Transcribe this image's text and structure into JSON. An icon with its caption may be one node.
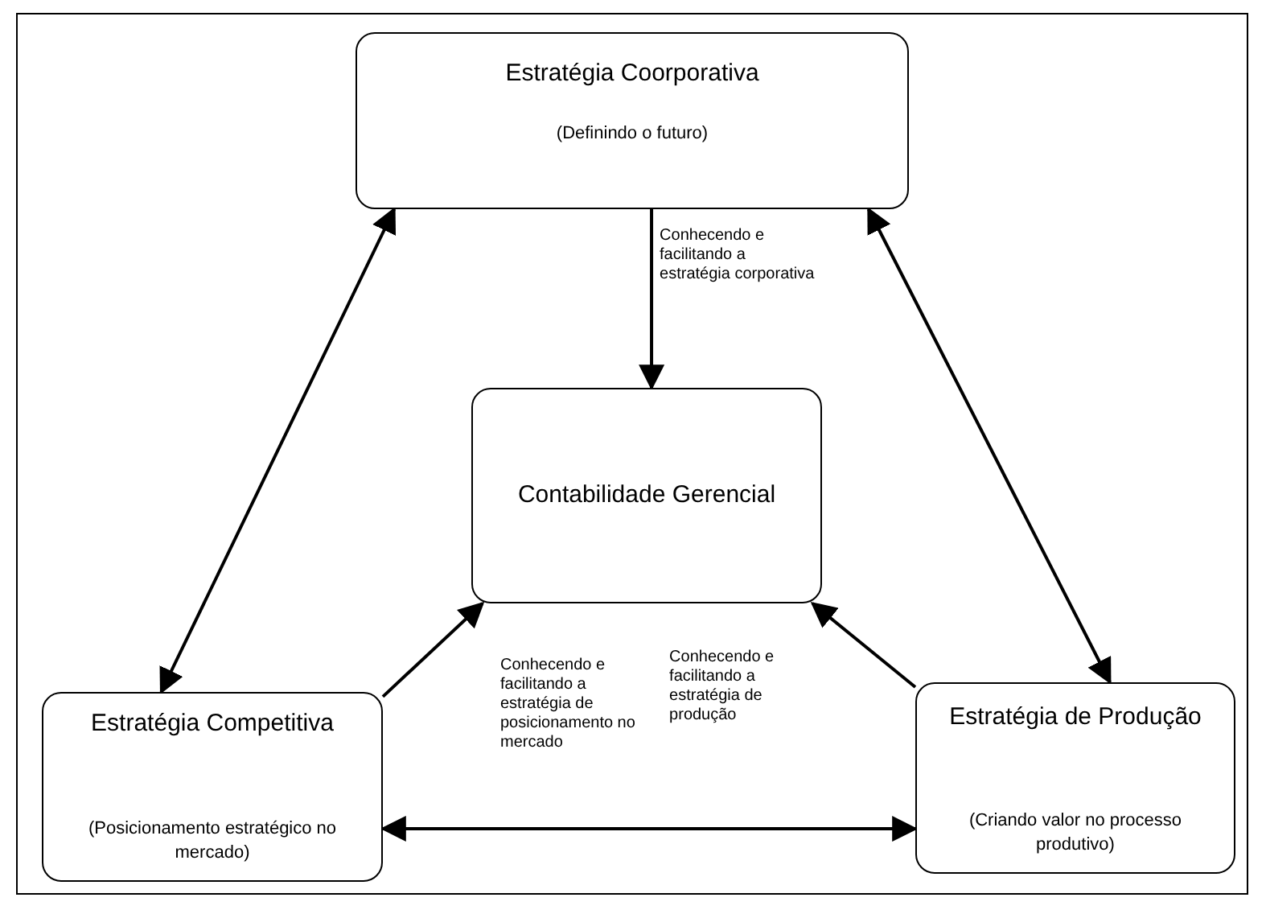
{
  "diagram": {
    "nodes": [
      {
        "text": [
          "Estratégia Coorporativa",
          "(Definindo o futuro)"
        ]
      },
      {
        "text": [
          "Contabilidade Gerencial"
        ]
      },
      {
        "text": [
          "Estratégia Competitiva",
          "(Posicionamento estratégico no mercado)"
        ]
      },
      {
        "text": [
          "Estratégia de Produção",
          "(Criando valor no processo produtivo)"
        ]
      }
    ],
    "edges": [
      {
        "from": 0,
        "to": 1,
        "arrow": "to",
        "label": "Conhecendo e facilitando a estratégia corporativa"
      },
      {
        "from": 2,
        "to": 1,
        "arrow": "to",
        "label": "Conhecendo e facilitando a estratégia de posicionamento no mercado"
      },
      {
        "from": 3,
        "to": 1,
        "arrow": "to",
        "label": "Conhecendo e facilitando a estratégia de produção"
      },
      {
        "from": 0,
        "to": 2,
        "arrow": "both"
      },
      {
        "from": 0,
        "to": 3,
        "arrow": "both"
      },
      {
        "from": 2,
        "to": 3,
        "arrow": "both"
      }
    ]
  }
}
